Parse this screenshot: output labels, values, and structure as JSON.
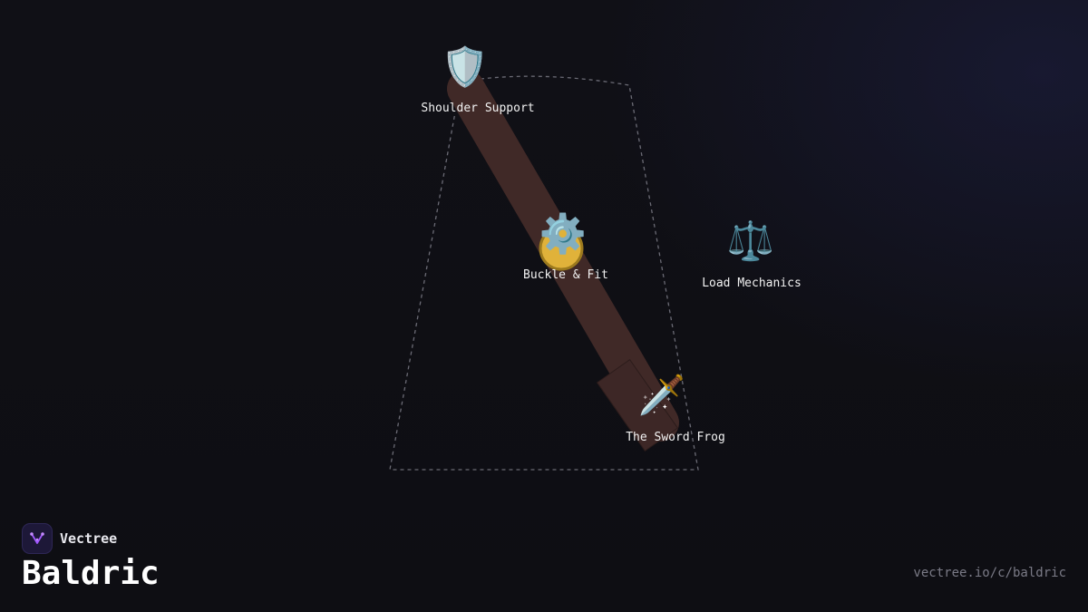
{
  "brand": {
    "name": "Vectree",
    "logo_icon": "vectree-tree-icon",
    "accent": "#a259ff"
  },
  "page": {
    "title": "Baldric",
    "url": "vectree.io/c/baldric"
  },
  "diagram": {
    "subject": "baldric",
    "strap_color": "#3d2726",
    "buckle_color": "#e0b23a",
    "outline_color": "#6b6b75",
    "nodes": [
      {
        "id": "shoulder-support",
        "label": "Shoulder Support",
        "icon": "shield-icon",
        "glyph": "🛡️"
      },
      {
        "id": "buckle-fit",
        "label": "Buckle & Fit",
        "icon": "gear-icon",
        "glyph": "⚙️"
      },
      {
        "id": "load-mechanics",
        "label": "Load Mechanics",
        "icon": "balance-scale-icon",
        "glyph": "⚖️"
      },
      {
        "id": "sword-frog",
        "label": "The Sword Frog",
        "icon": "dagger-icon",
        "glyph": "🗡️"
      }
    ]
  }
}
